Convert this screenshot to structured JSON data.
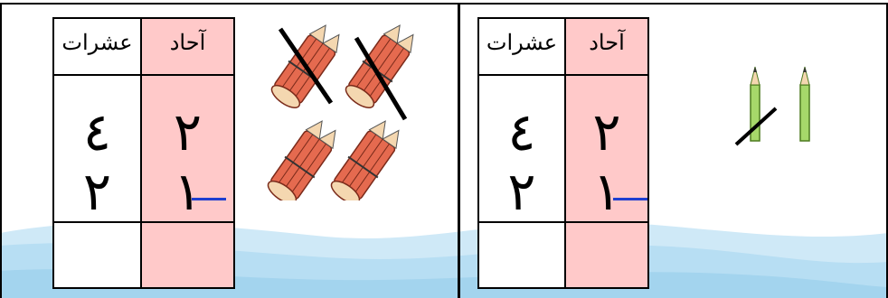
{
  "panels": [
    {
      "id": "left",
      "headers": {
        "tens": "عشرات",
        "ones": "آحاد"
      },
      "top_row": {
        "tens": "٤",
        "ones": "٢"
      },
      "bottom_row": {
        "tens": "٢",
        "ones": "١"
      },
      "result_row": {
        "tens": "",
        "ones": ""
      },
      "operation": "subtraction",
      "illustration": "pencil-bundles: 4 bundles of ten, 2 crossed out"
    },
    {
      "id": "right",
      "headers": {
        "tens": "عشرات",
        "ones": "آحاد"
      },
      "top_row": {
        "tens": "٤",
        "ones": "٢"
      },
      "bottom_row": {
        "tens": "٢",
        "ones": "١"
      },
      "result_row": {
        "tens": "",
        "ones": ""
      },
      "operation": "subtraction",
      "illustration": "single-pencils: 2 pencils, 1 crossed out"
    }
  ],
  "colors": {
    "ones_column": "#ffc9c9",
    "minus_sign": "#1e3fd0",
    "wave": "#bfe3f5",
    "pencil_bundle": "#e56a4f",
    "single_pencil": "#a6d86a"
  }
}
